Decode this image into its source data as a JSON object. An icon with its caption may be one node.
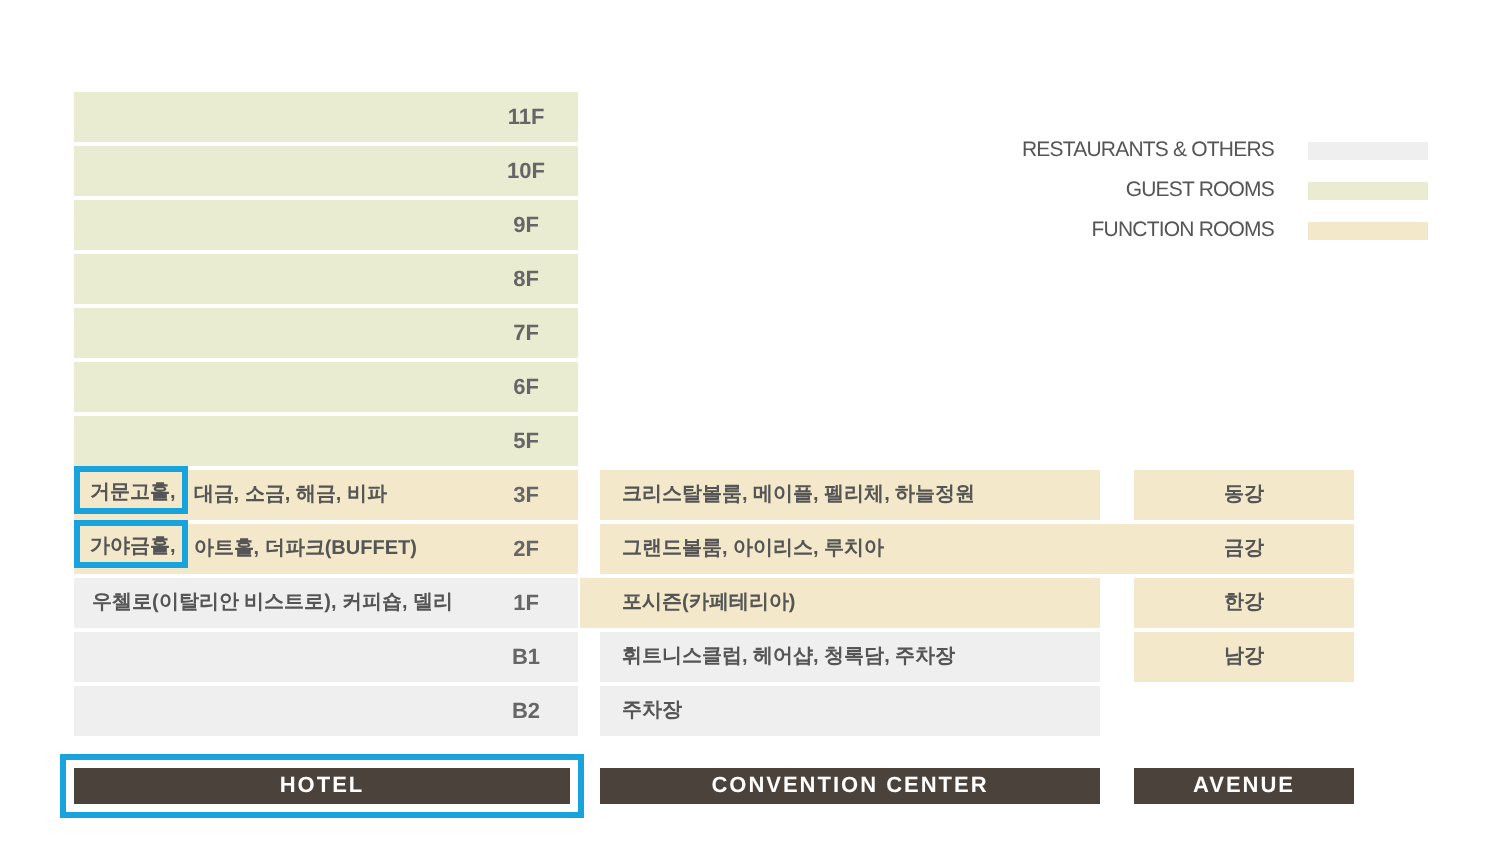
{
  "diagram": {
    "nodes": [
      {
        "text": [
          "11F"
        ]
      },
      {
        "text": [
          "10F"
        ]
      },
      {
        "text": [
          "9F"
        ]
      },
      {
        "text": [
          "8F"
        ]
      },
      {
        "text": [
          "7F"
        ]
      },
      {
        "text": [
          "6F"
        ]
      },
      {
        "text": [
          "5F"
        ]
      },
      {
        "text": [
          "대금, 소금, 해금, 비파",
          "3F"
        ]
      },
      {
        "text": [
          "거문고홀,"
        ],
        "in": 7
      },
      {
        "text": [
          "크리스탈볼룸, 메이플, 펠리체, 하늘정원"
        ]
      },
      {
        "text": [
          "동강"
        ]
      },
      {
        "text": [
          "아트홀, 더파크(BUFFET)",
          "2F"
        ]
      },
      {
        "text": [
          "가야금홀,"
        ],
        "in": 11
      },
      {
        "text": [
          "그랜드볼룸, 아이리스, 루치아",
          "금강"
        ]
      },
      {
        "text": [
          "우첼로(이탈리안 비스트로), 커피숍, 델리",
          "1F"
        ]
      },
      {
        "text": [
          "포시즌(카페테리아)"
        ]
      },
      {
        "text": [
          "한강"
        ]
      },
      {
        "text": [
          "B1"
        ]
      },
      {
        "text": [
          "휘트니스클럽, 헤어샵, 청록담, 주차장"
        ]
      },
      {
        "text": [
          "남강"
        ]
      },
      {
        "text": [
          "B2"
        ]
      },
      {
        "text": [
          "주차장"
        ]
      },
      {
        "text": [],
        "shape": "box"
      },
      {
        "text": [
          "HOTEL"
        ],
        "in": 22
      },
      {
        "text": [
          "CONVENTION CENTER"
        ]
      },
      {
        "text": [
          "AVENUE"
        ]
      }
    ],
    "legend": [
      {
        "text": "RESTAURANTS & OTHERS",
        "color": "#efefef"
      },
      {
        "text": "GUEST ROOMS",
        "color": "#e9ecd1"
      },
      {
        "text": "FUNCTION ROOMS",
        "color": "#f4e8cb"
      }
    ]
  }
}
